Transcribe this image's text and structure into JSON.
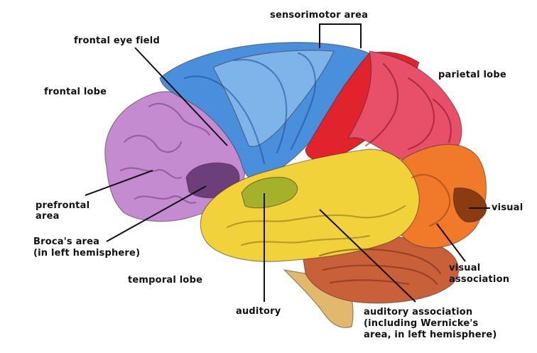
{
  "labels": {
    "sensorimotor": "sensorimotor area",
    "frontal_eye_field": "frontal eye field",
    "parietal_lobe": "parietal lobe",
    "frontal_lobe": "frontal lobe",
    "prefrontal_l1": "prefrontal",
    "prefrontal_l2": "area",
    "visual": "visual",
    "brocas_l1": "Broca's area",
    "brocas_l2": "(in left hemisphere)",
    "visual_assoc_l1": "visual",
    "visual_assoc_l2": "association",
    "temporal_lobe": "temporal lobe",
    "auditory": "auditory",
    "aud_assoc_l1": "auditory association",
    "aud_assoc_l2": "(including Wernicke's",
    "aud_assoc_l3": "area, in left hemisphere)"
  },
  "colors": {
    "frontal": "#c48bd0",
    "prefrontal_dark": "#6d3f7a",
    "motor": "#4a8fdc",
    "motor_light": "#8fc0ee",
    "sensory": "#e0232c",
    "parietal": "#e8506a",
    "visual_assoc": "#f07a2a",
    "visual": "#8a3b10",
    "temporal": "#f2d23a",
    "auditory": "#a5b12a",
    "cerebellum": "#c8603a",
    "brainstem": "#e2b86c"
  }
}
